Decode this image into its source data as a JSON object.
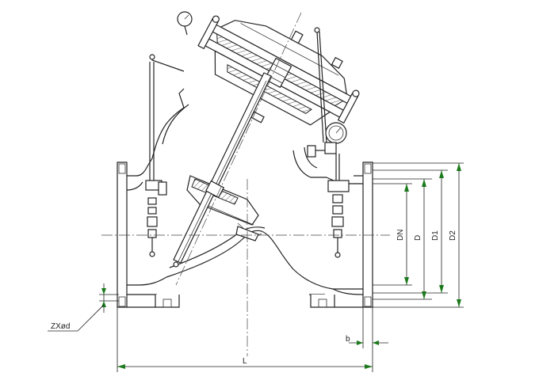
{
  "labels": {
    "dn": "DN",
    "d": "D",
    "d1": "D1",
    "d2": "D2",
    "length": "L",
    "flange_thickness": "b",
    "bolt_holes": "ZXød"
  },
  "colors": {
    "line": "#222222",
    "dimension_arrow": "#1b7a1b",
    "background": "#ffffff"
  }
}
